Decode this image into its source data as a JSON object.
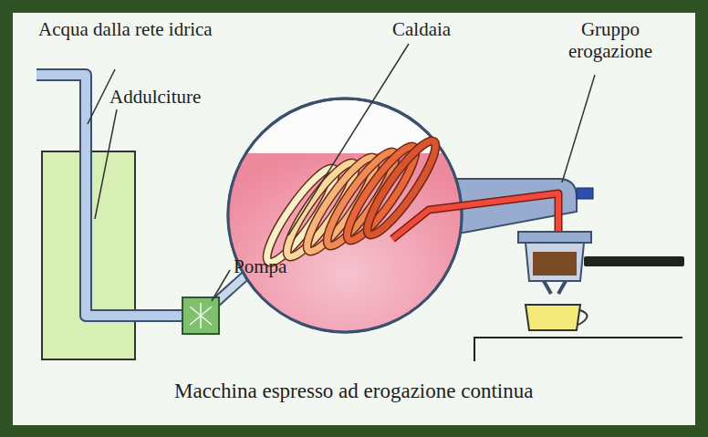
{
  "diagram": {
    "caption": "Macchina espresso ad erogazione continua",
    "labels": [
      "Acqua dalla rete idrica",
      "Addulciture",
      "Caldaia",
      "Gruppo erogazione",
      "Pompa"
    ]
  }
}
